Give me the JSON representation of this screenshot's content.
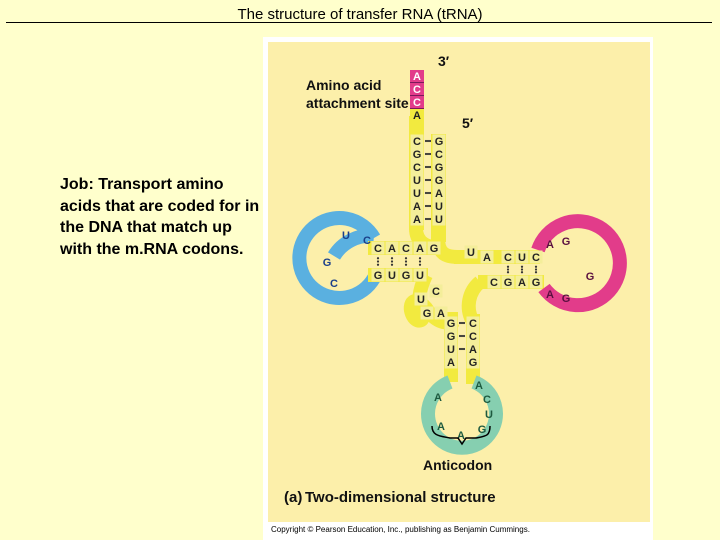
{
  "slide": {
    "title": "The structure of transfer RNA (tRNA)",
    "job_text": "Job:  Transport amino acids that are coded for in the DNA that match up with the m.RNA codons."
  },
  "figure": {
    "label_3prime": "3′",
    "label_5prime": "5′",
    "amino_acid_line1": "Amino acid",
    "amino_acid_line2": "attachment site",
    "anticodon_label": "Anticodon",
    "caption_prefix": "(a)",
    "caption_text": "Two-dimensional structure",
    "copyright": "Copyright © Pearson Education, Inc., publishing as Benjamin Cummings."
  },
  "colors": {
    "background": "#ffffcc",
    "panel": "#fcefaa",
    "backbone_yellow": "#f2ea3f",
    "backbone_blue": "#5ab0e0",
    "backbone_green": "#86cfb0",
    "backbone_purple": "#7a1a5a",
    "backbone_pink": "#e23c8a",
    "base_yellow": "#f4ee9a",
    "base_blue": "#bfe1f5",
    "base_green": "#b8e6d4"
  },
  "nucleotides": {
    "acceptor_3prime_tail": [
      "A",
      "C",
      "C",
      "A"
    ],
    "acceptor_left": [
      "C",
      "G",
      "C",
      "U",
      "U",
      "A",
      "A"
    ],
    "acceptor_right": [
      "G",
      "C",
      "G",
      "G",
      "A",
      "U",
      "U"
    ],
    "d_arm_top": [
      "C",
      "A",
      "C",
      "A",
      "G"
    ],
    "d_arm_bottom": [
      "G",
      "U",
      "G",
      "U"
    ],
    "d_loop": [
      "U",
      "C",
      "G",
      "C"
    ],
    "t_arm_top": [
      "U",
      "A",
      "C",
      "U",
      "C"
    ],
    "t_arm_bottom": [
      "C",
      "G",
      "A",
      "G"
    ],
    "t_loop": [
      "A",
      "G",
      "G",
      "G",
      "A"
    ],
    "variable_loop": [
      "C",
      "U",
      "G",
      "A"
    ],
    "anticodon_left": [
      "G",
      "G",
      "U",
      "A"
    ],
    "anticodon_right": [
      "C",
      "C",
      "A",
      "G"
    ],
    "anticodon_loop_left": [
      "A",
      "A",
      "A"
    ],
    "anticodon_loop_right": [
      "A",
      "C",
      "U",
      "G"
    ]
  }
}
